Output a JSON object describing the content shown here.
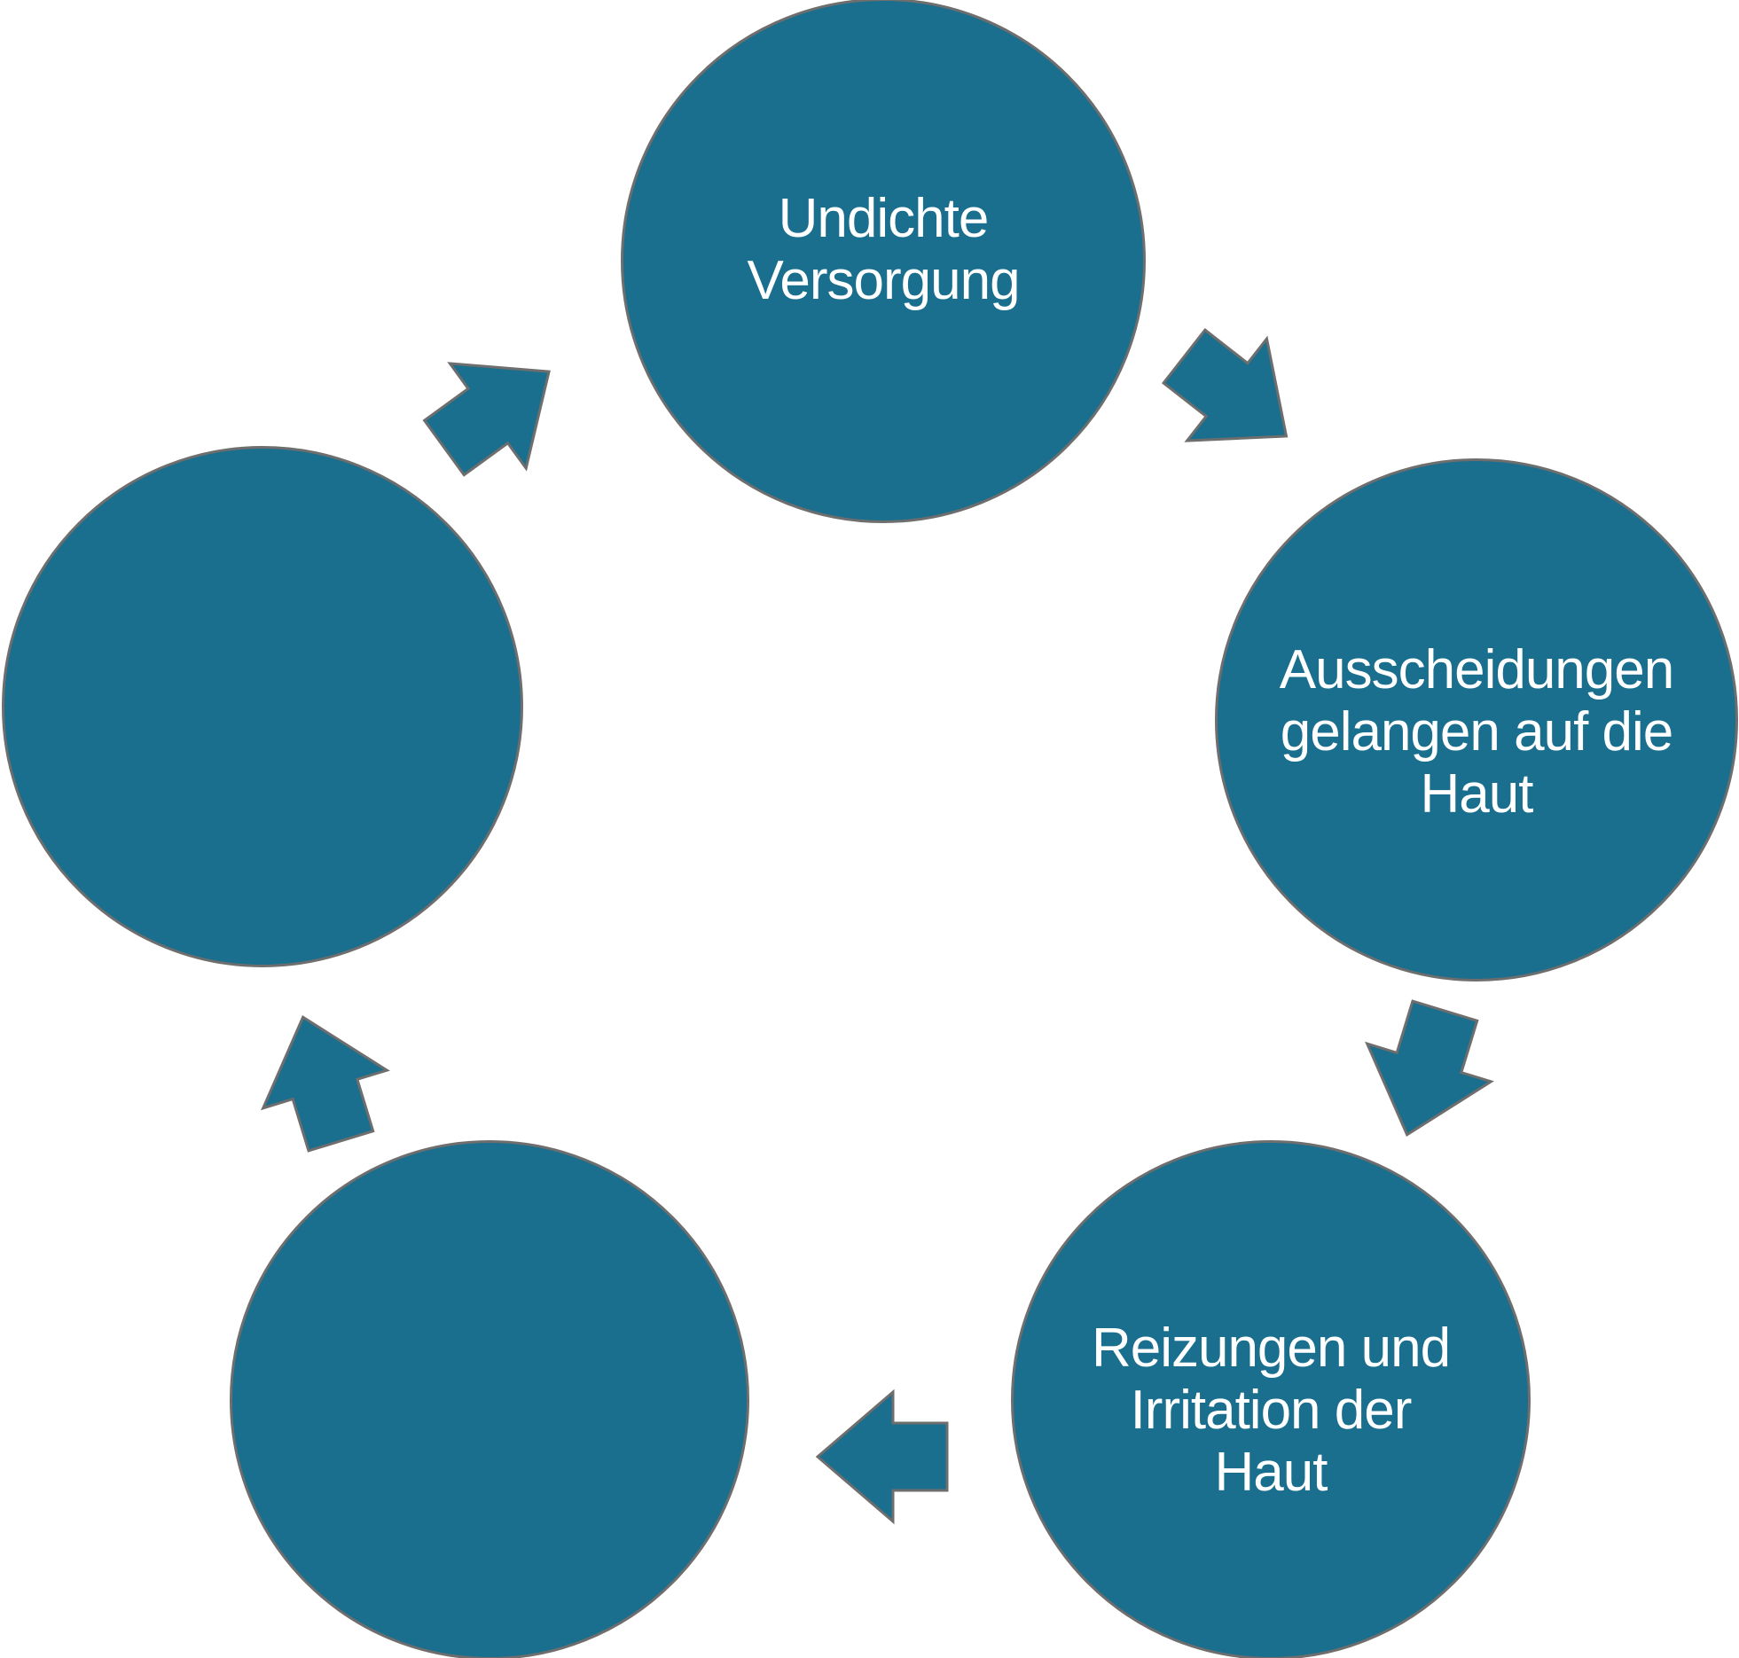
{
  "diagram": {
    "type": "cycle",
    "flow_direction": "clockwise",
    "colors": {
      "background": "#FFFFFF",
      "node_fill": "#196F8D",
      "edge_gray": "#6E6E6E",
      "label_text": "#FFFFFF"
    },
    "nodes": [
      {
        "position": "top",
        "lines": [
          "Undichte",
          "Versorgung"
        ]
      },
      {
        "position": "right",
        "lines": [
          "Ausscheidungen",
          "gelangen auf die",
          "Haut"
        ]
      },
      {
        "position": "bottom-right",
        "lines": [
          "Reizungen und",
          "Irritation der",
          "Haut"
        ]
      },
      {
        "position": "bottom-left",
        "lines": []
      },
      {
        "position": "left",
        "lines": []
      }
    ],
    "arrows": [
      {
        "from": "left",
        "to": "top",
        "points": "northeast"
      },
      {
        "from": "top",
        "to": "right",
        "points": "southeast"
      },
      {
        "from": "right",
        "to": "bottom-right",
        "points": "south-southwest"
      },
      {
        "from": "bottom-right",
        "to": "bottom-left",
        "points": "west"
      },
      {
        "from": "bottom-left",
        "to": "left",
        "points": "north-northwest"
      }
    ]
  }
}
